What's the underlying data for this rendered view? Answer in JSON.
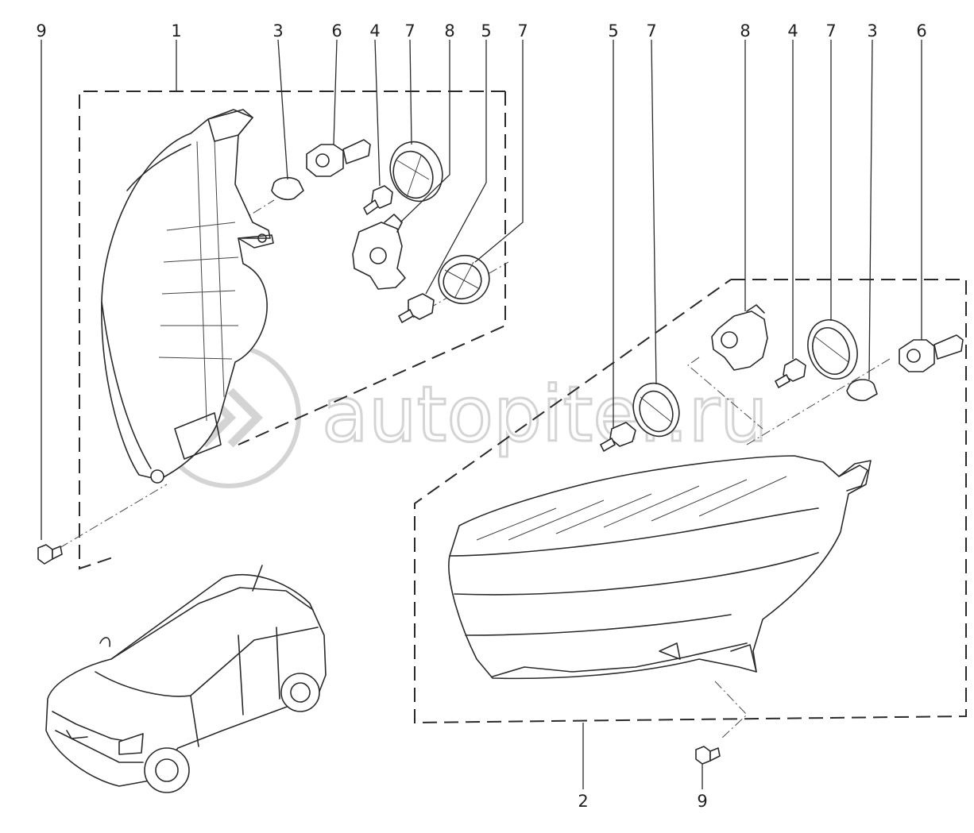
{
  "watermark": {
    "text": "autopiter.ru"
  },
  "callouts": {
    "left_top": [
      "9",
      "1",
      "3",
      "6",
      "4",
      "7",
      "8",
      "5",
      "7"
    ],
    "right_top": [
      "5",
      "7",
      "8",
      "4",
      "7",
      "3",
      "6"
    ],
    "right_bottom_assembly": "2",
    "right_bottom_screw": "9"
  },
  "colors": {
    "ink": "#2a2a2a",
    "watermark": "#d4d4d4",
    "background": "#ffffff"
  }
}
